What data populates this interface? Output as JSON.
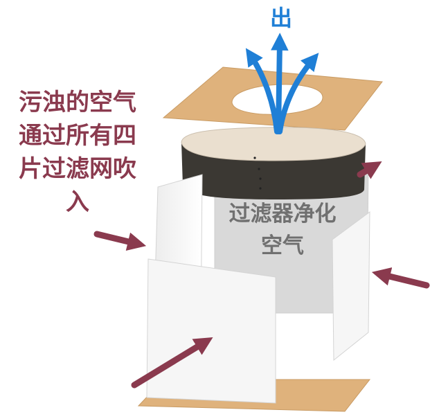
{
  "outlet": {
    "label": "出"
  },
  "intake": {
    "lines": [
      "污浊的空气",
      "通过所有四",
      "片过滤网吹",
      "入"
    ]
  },
  "filter": {
    "lines": [
      "过滤器净化",
      "空气"
    ]
  },
  "colors": {
    "outlet_arrows": "#1f7fd6",
    "intake_arrows": "#8a3a4e",
    "cardboard": "#dfb27c",
    "filter_panel": "#f6f6f6",
    "fan_housing": "#3b3833",
    "fan_top": "#eadfcf"
  }
}
